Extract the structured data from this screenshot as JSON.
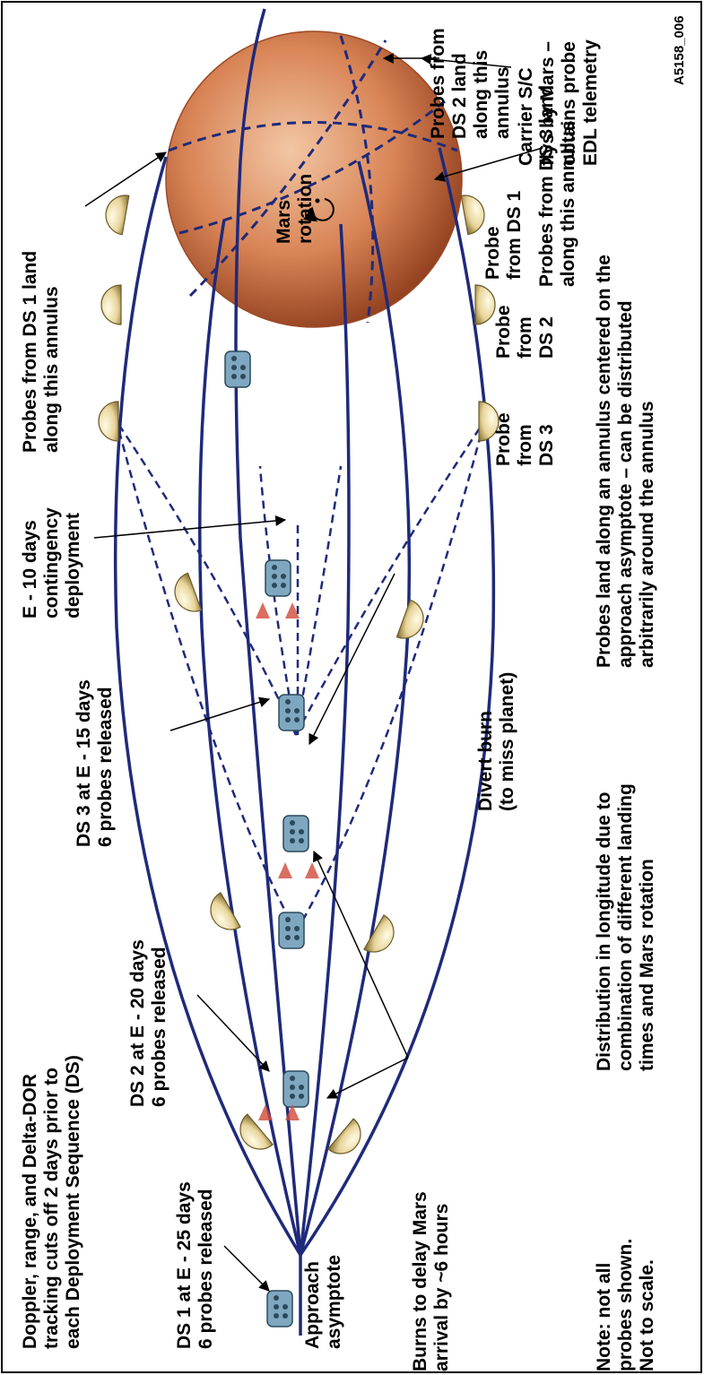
{
  "labels": {
    "top_left": [
      "Doppler, range, and Delta-DOR",
      "tracking cuts off 2 days prior to",
      "each Deployment Sequence (DS)"
    ],
    "ds1": [
      "DS 1 at E - 25 days",
      "6 probes released"
    ],
    "approach": [
      "Approach",
      "asymptote"
    ],
    "ds2": [
      "DS 2 at E - 20 days",
      "6 probes released"
    ],
    "ds3": [
      "DS 3 at E - 15 days",
      "6 probes released"
    ],
    "e10": [
      "E - 10 days",
      "contingency",
      "deployment"
    ],
    "probes_ds1_land": [
      "Probes from DS 1 land",
      "along this annulus"
    ],
    "carrier": [
      "Carrier S/C",
      "flys by Mars –",
      "obtains probe",
      "EDL telemetry"
    ],
    "probes_ds2_land": [
      "Probes from",
      "DS 2 land",
      "along this",
      "annulus"
    ],
    "probes_ds3_land": [
      "Probes from DS 3 land",
      "along this annulus"
    ],
    "probe_ds1": [
      "Probe",
      "from DS 1"
    ],
    "probe_ds2": [
      "Probe",
      "from",
      "DS 2"
    ],
    "probe_ds3": [
      "Probe",
      "from",
      "DS 3"
    ],
    "mars_rotation": [
      "Mars",
      "rotation"
    ],
    "ident": "A5158_006",
    "burns": [
      "Burns to delay Mars",
      "arrival by ~6 hours"
    ],
    "divert": [
      "Divert burn",
      "(to miss planet)"
    ],
    "note": [
      "Note: not all",
      "probes shown.",
      "Not to scale."
    ],
    "distribution": [
      "Distribution in longitude due to",
      "combination of different landing",
      "times and Mars rotation"
    ],
    "annulus_land": [
      "Probes land along an annulus centered on the",
      "approach asymptote – can be distributed",
      "arbitrarily around the annulus"
    ]
  },
  "colors": {
    "trajectory": "#1f2a7a",
    "mars_light": "#f2c7a4",
    "mars_mid": "#d88355",
    "mars_dark": "#8c3b1b",
    "probe_shell": "#e8d49a",
    "spacecraft": "#7fa7c0"
  }
}
